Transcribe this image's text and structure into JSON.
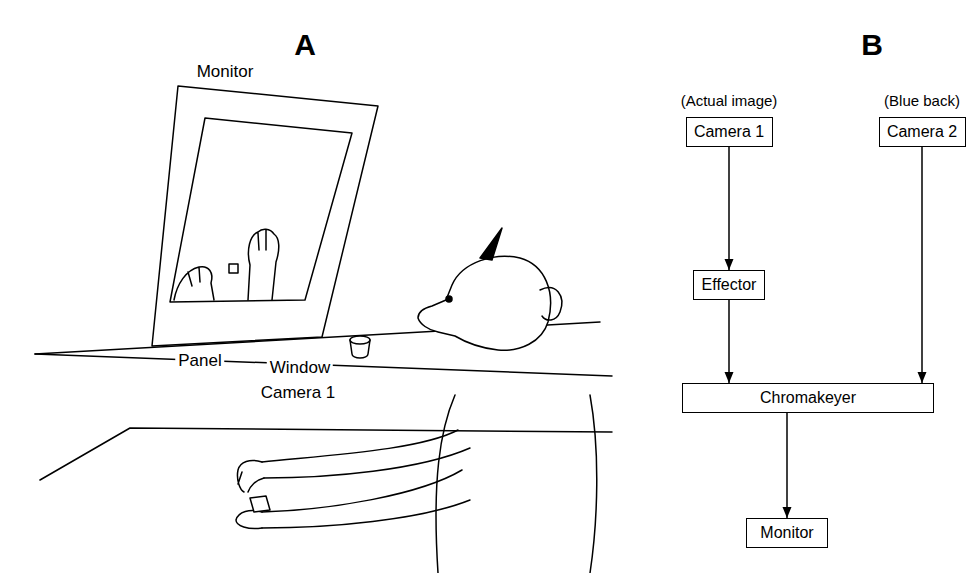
{
  "diagram": {
    "nodes": [
      {
        "text": [
          "(Actual image)",
          "Camera 1"
        ]
      },
      {
        "text": [
          "(Blue back)",
          "Camera 2"
        ]
      },
      {
        "text": [
          "Effector"
        ]
      },
      {
        "text": [
          "Chromakeyer"
        ]
      },
      {
        "text": [
          "Monitor"
        ]
      }
    ],
    "edges": [
      {
        "from": 0,
        "to": 2,
        "arrow": "to"
      },
      {
        "from": 2,
        "to": 3,
        "arrow": "to"
      },
      {
        "from": 1,
        "to": 3,
        "arrow": "to"
      },
      {
        "from": 3,
        "to": 4,
        "arrow": "to"
      }
    ],
    "labels": [
      "A",
      "Monitor",
      "Window",
      "Panel",
      "Camera 1",
      "B"
    ]
  }
}
